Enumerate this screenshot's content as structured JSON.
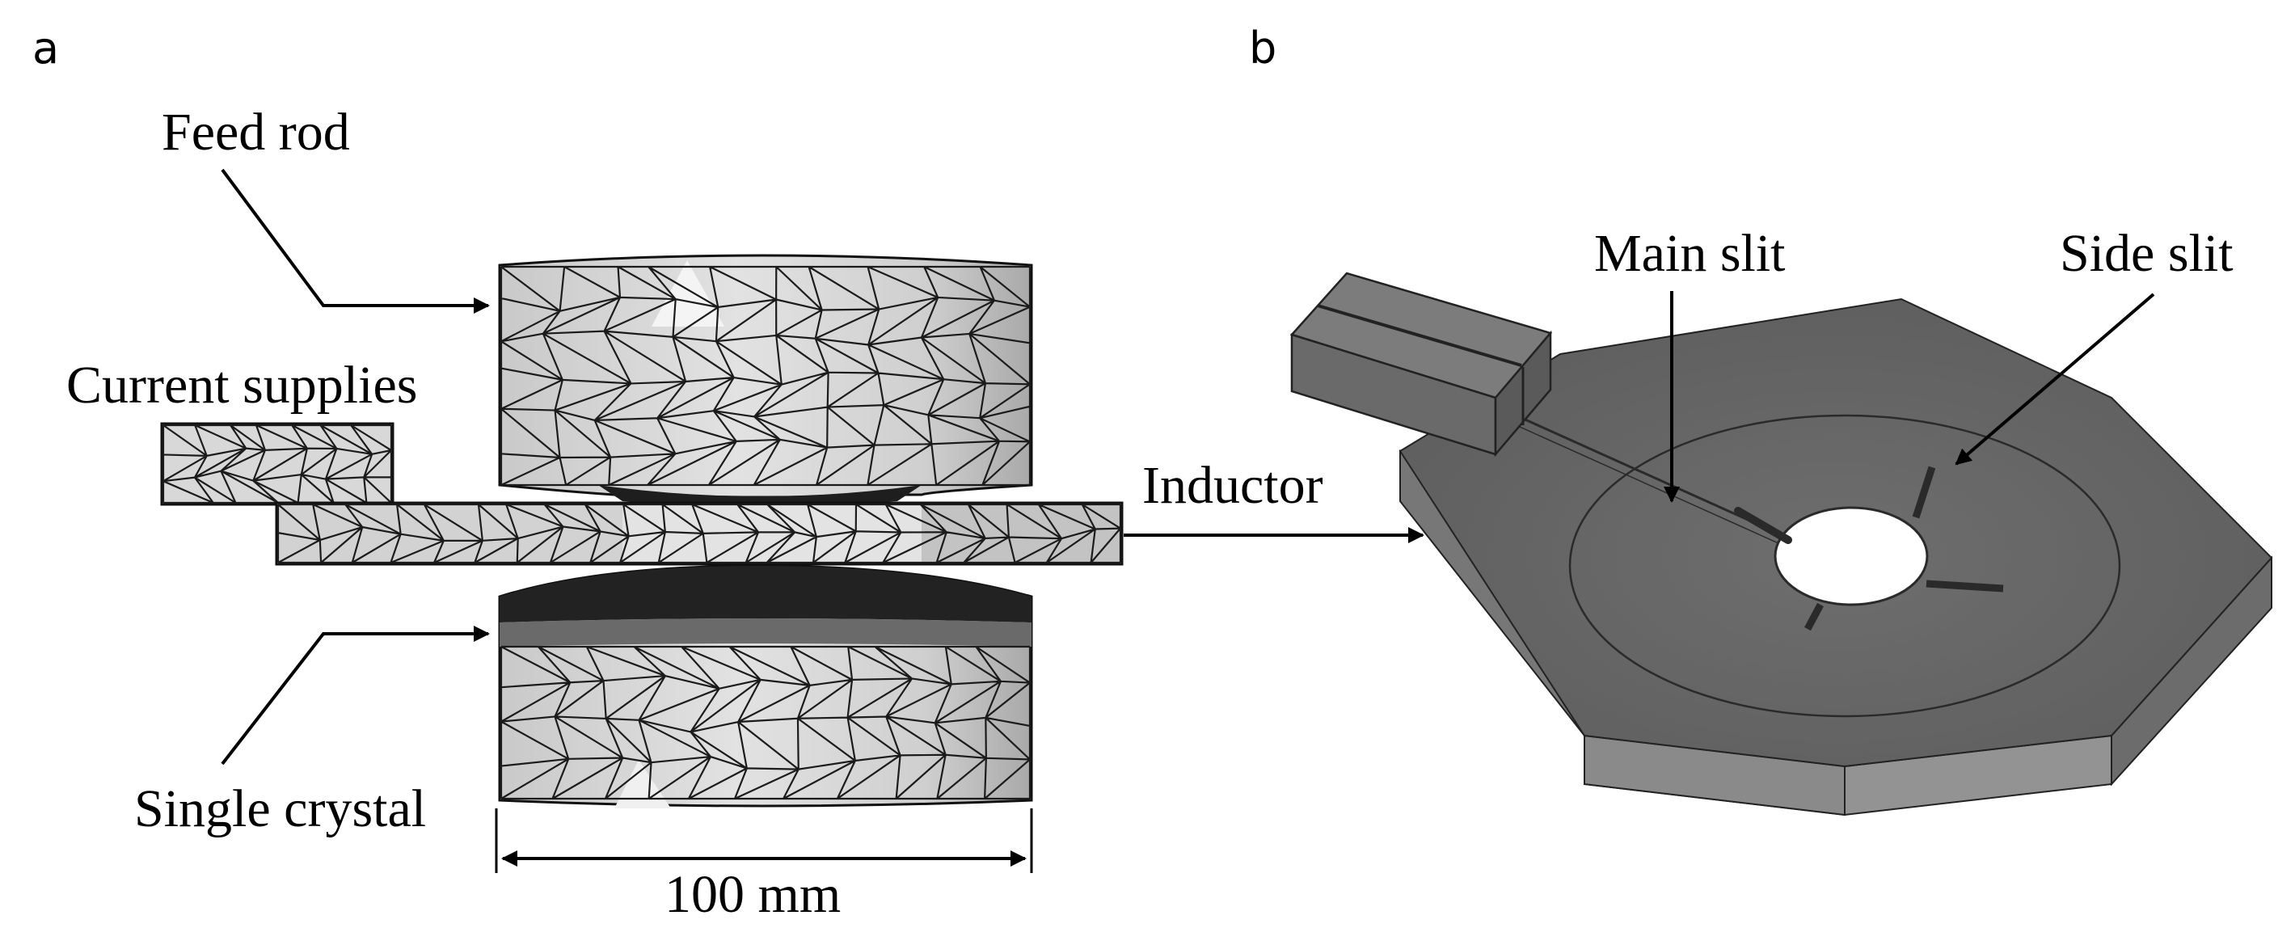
{
  "panels": {
    "a": {
      "letter": "a",
      "labels": {
        "feed_rod": "Feed rod",
        "current_supplies": "Current supplies",
        "inductor": "Inductor",
        "single_crystal": "Single crystal",
        "dimension": "100 mm"
      }
    },
    "b": {
      "letter": "b",
      "labels": {
        "main_slit": "Main slit",
        "side_slit": "Side slit"
      }
    }
  },
  "colors": {
    "mesh_fill": "#d4d4d4",
    "mesh_highlight": "#f1f1f1",
    "inductor_top": "#6b6b6b",
    "inductor_side": "#5c5c5c",
    "inductor_front": "#7a7a7a"
  }
}
